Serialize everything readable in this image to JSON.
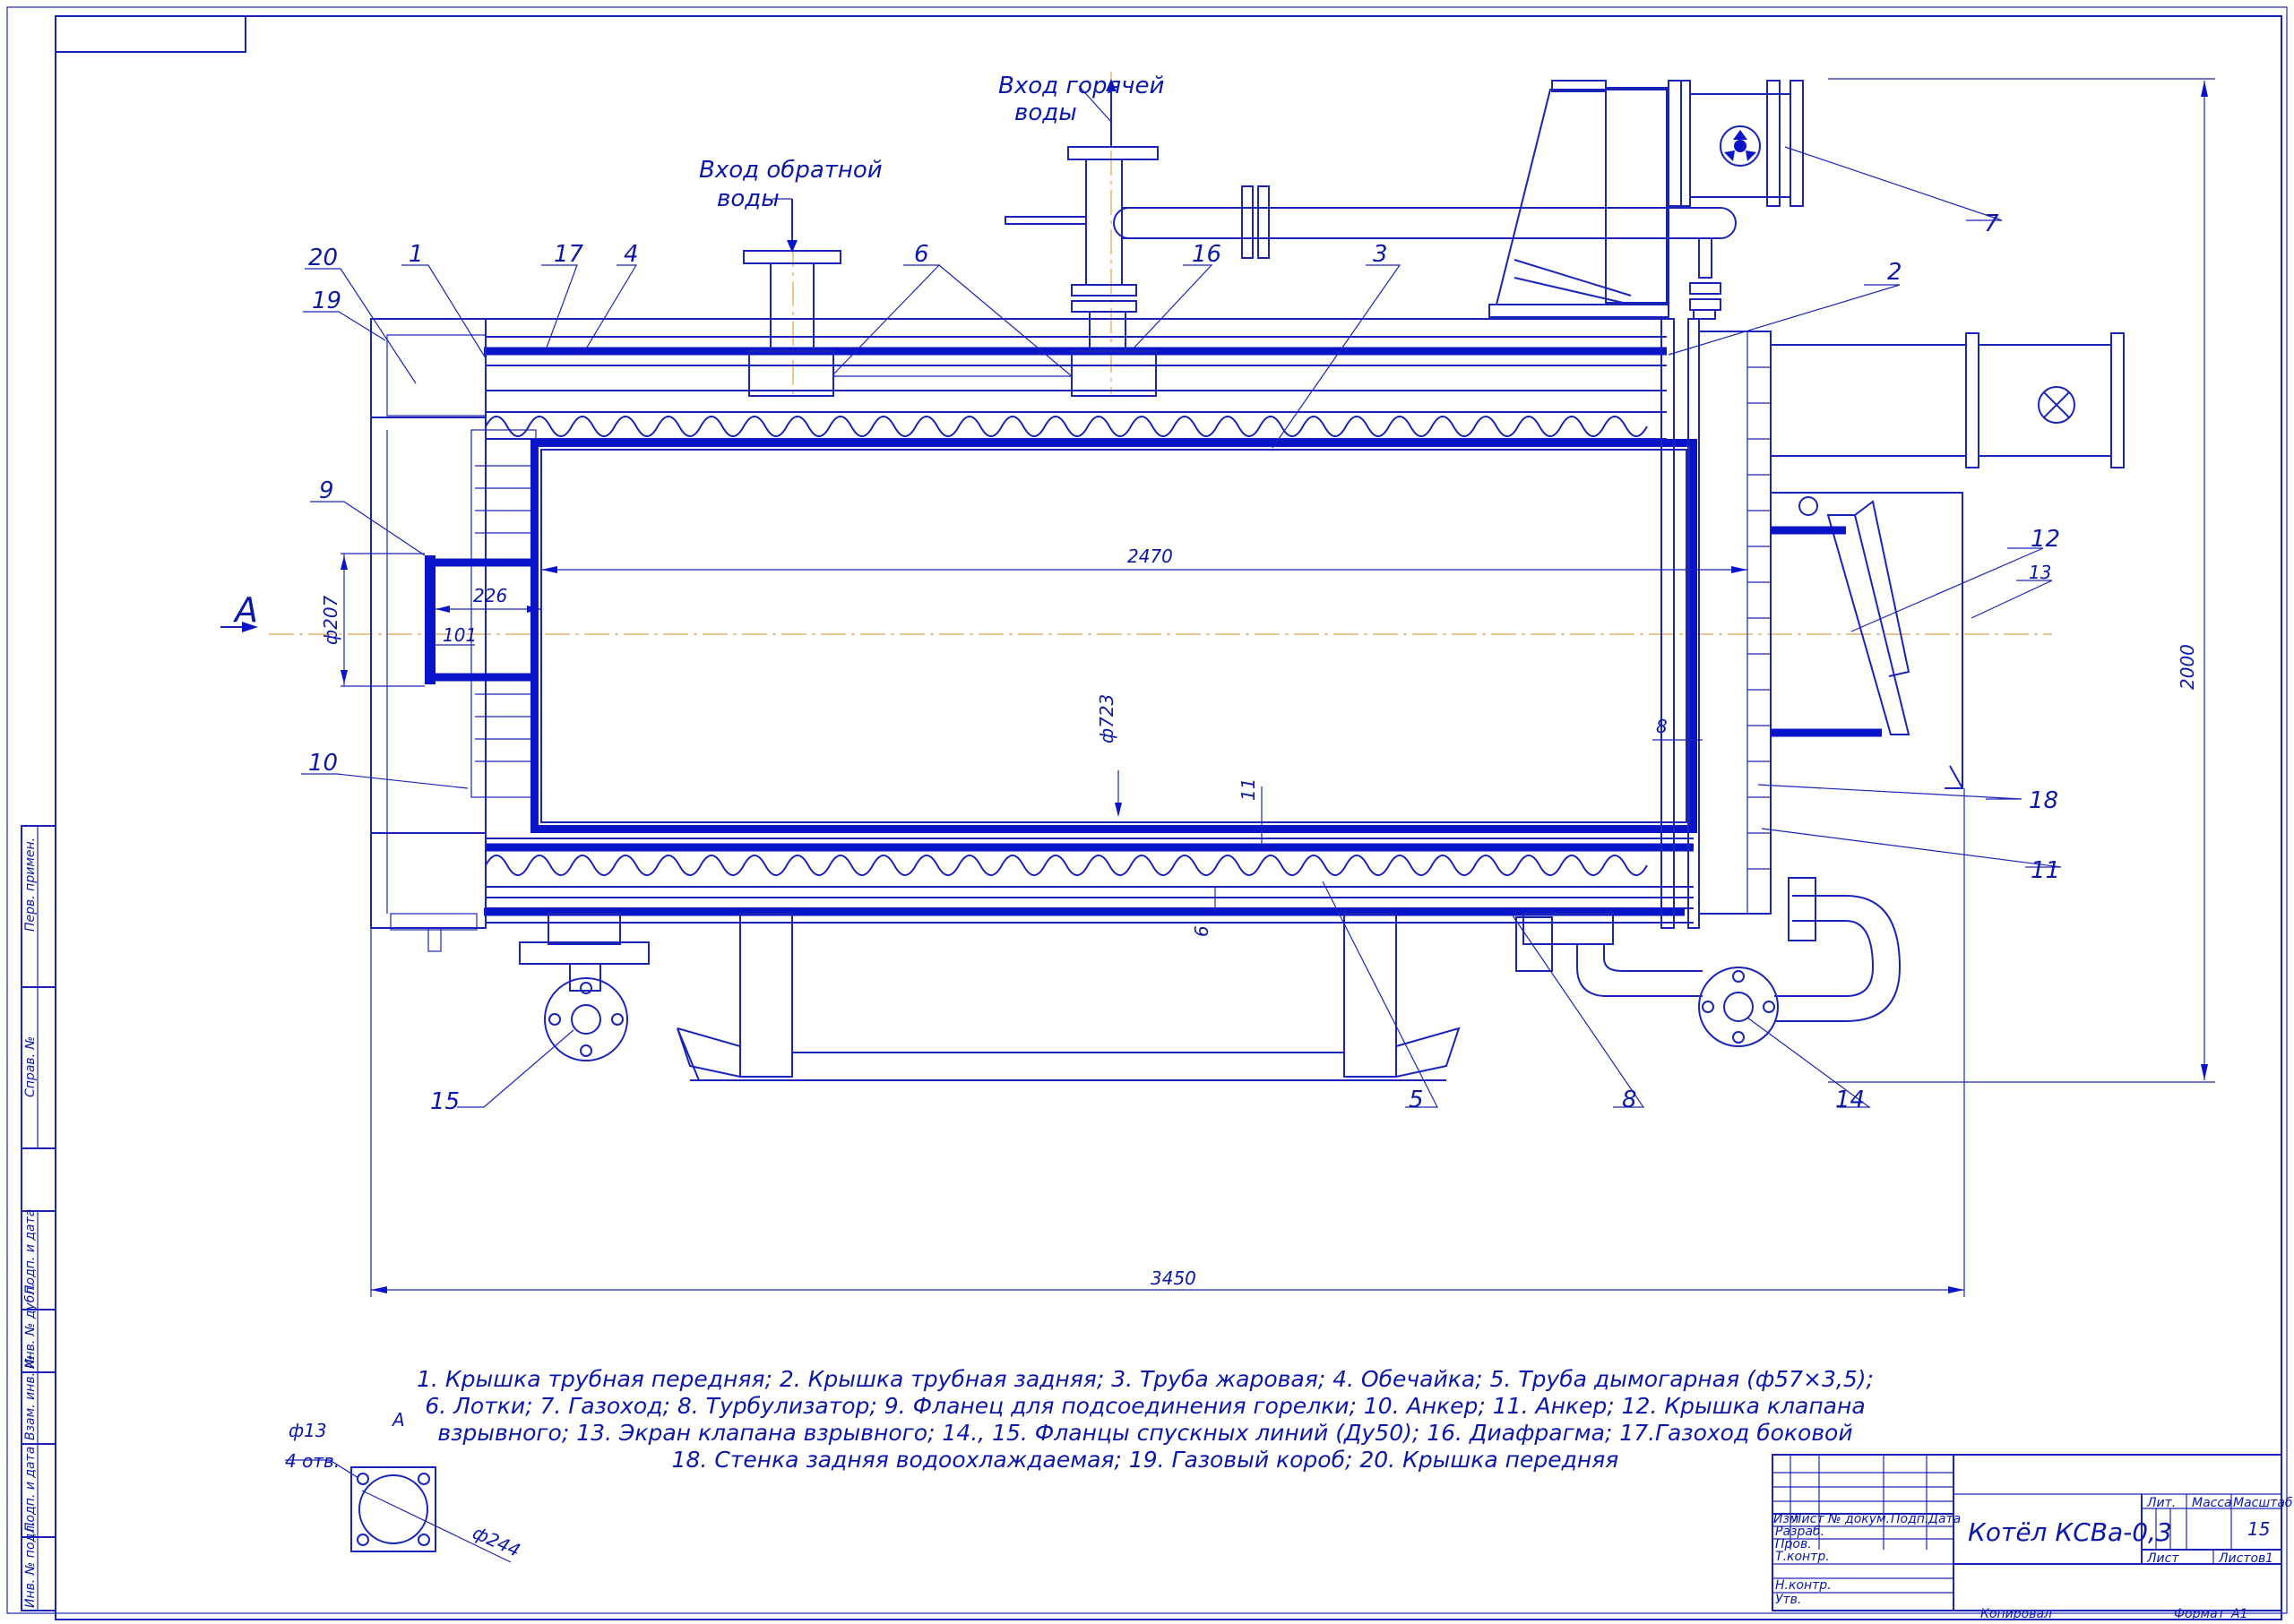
{
  "labels": {
    "hot_water_1": "Вход горячей",
    "hot_water_2": "воды",
    "return_water_1": "Вход обратной",
    "return_water_2": "воды",
    "view_a": "А",
    "view_a_small": "А",
    "p1": "1",
    "p2": "2",
    "p3": "3",
    "p4": "4",
    "p5": "5",
    "p6": "6",
    "p7": "7",
    "p8": "8",
    "p9": "9",
    "p10": "10",
    "p11": "11",
    "p12": "12",
    "p13": "13",
    "p14": "14",
    "p15": "15",
    "p16": "16",
    "p17": "17",
    "p18": "18",
    "p19": "19",
    "p20": "20"
  },
  "dimensions": {
    "d2470": "2470",
    "d226": "226",
    "d101": "101",
    "d207": "ф207",
    "d723": "ф723",
    "d8": "8",
    "d11": "11",
    "d6": "6",
    "d2000": "2000",
    "d3450": "3450",
    "d13": "ф13",
    "holes": "4 отв.",
    "d244": "ф244"
  },
  "notes": {
    "line1": "1. Крышка трубная передняя; 2. Крышка трубная задняя; 3. Труба жаровая; 4. Обечайка; 5. Труба дымогарная (ф57×3,5);",
    "line2": "6. Лотки; 7. Газоход; 8. Турбулизатор; 9. Фланец для подсоединения горелки; 10. Анкер; 11. Анкер; 12. Крышка клапана",
    "line3": "взрывного; 13. Экран клапана взрывного; 14., 15. Фланцы спускных линий (Ду50); 16. Диафрагма; 17.Газоход боковой",
    "line4": "18. Стенка задняя водоохлаждаемая; 19. Газовый короб; 20. Крышка передняя"
  },
  "title_block": {
    "title": "Котёл КСВа-0,3",
    "col_izm": "Изм",
    "col_list": "Лист",
    "col_doc": "№ докум.",
    "col_podp": "Подп.",
    "col_data": "Дата",
    "razrab": "Разраб.",
    "prov": "Пров.",
    "tkontr": "Т.контр.",
    "nkontr": "Н.контр.",
    "utv": "Утв.",
    "lit": "Лит.",
    "massa": "Масса",
    "masshtab": "Масштаб",
    "scale": "15",
    "list_lbl": "Лист",
    "listov_lbl": "Листов",
    "listov": "1",
    "kopiroval": "Копировал",
    "format": "Формат",
    "format_val": "А1"
  },
  "side_stamp": {
    "perv": "Перв. примен.",
    "sprav": "Справ. №",
    "podp1": "Подп. и дата",
    "inv_dubl": "Инв. № дубл.",
    "vzam": "Взам. инв. №",
    "podp2": "Подп. и дата",
    "inv_podl": "Инв. № подл."
  }
}
